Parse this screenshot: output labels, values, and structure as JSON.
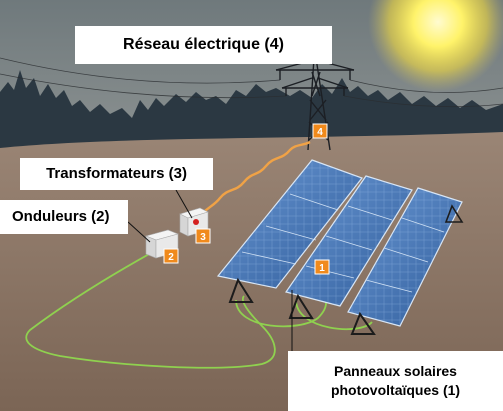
{
  "diagram": {
    "labels": {
      "reseau": "Réseau électrique (4)",
      "transformateurs": "Transformateurs (3)",
      "onduleurs": "Onduleurs (2)",
      "panneaux_line1": "Panneaux solaires",
      "panneaux_line2": "photovoltaïques (1)"
    },
    "badges": {
      "panneaux": "1",
      "onduleur": "2",
      "transformateur": "3",
      "reseau": "4"
    },
    "colors": {
      "sky": "#707a7d",
      "ground": "#8d7664",
      "tree_line": "#2d3a44",
      "sun": "#fff06a",
      "panel_blue": "#4a78b8",
      "badge_orange": "#f08a1c",
      "cable_ac": "#f0a040",
      "cable_dc": "#8fd050"
    }
  }
}
